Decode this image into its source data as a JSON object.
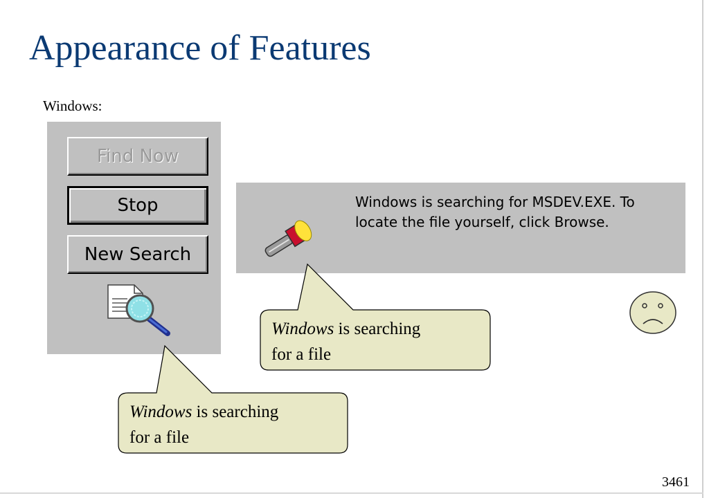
{
  "title": "Appearance of Features",
  "subheading": "Windows:",
  "buttons": {
    "find_now": "Find Now",
    "stop": "Stop",
    "new_search": "New Search"
  },
  "message": "Windows is searching for MSDEV.EXE. To locate the file yourself, click Browse.",
  "callouts": [
    {
      "emphasis": "Windows",
      "rest_line1": " is searching",
      "line2": "for a file"
    },
    {
      "emphasis": "Windows",
      "rest_line1": " is searching",
      "line2": "for a file"
    }
  ],
  "page_number": "3461",
  "colors": {
    "title": "#0b3a73",
    "panel_gray": "#c0c0c0",
    "callout_fill": "#e8e8c6",
    "face_fill": "#e8e8c6"
  },
  "icons": [
    "magnifier-document-icon",
    "flashlight-icon",
    "frown-face-icon"
  ]
}
